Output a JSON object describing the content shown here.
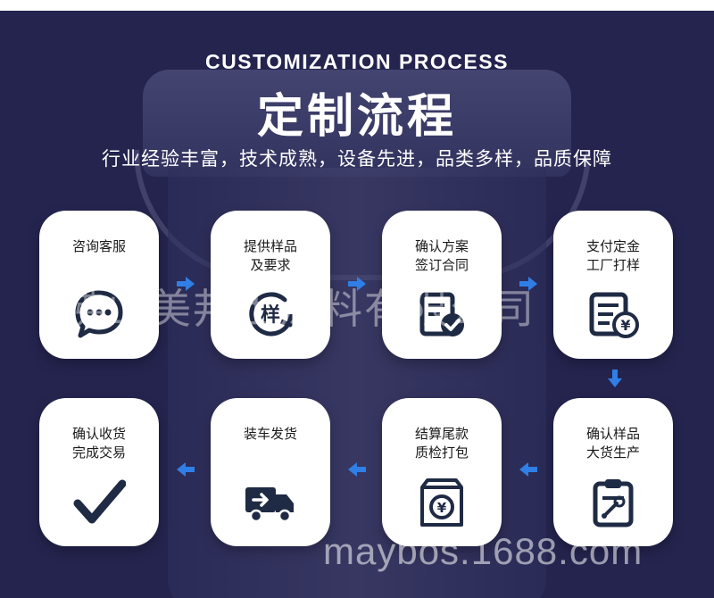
{
  "header": {
    "title_en": "CUSTOMIZATION PROCESS",
    "title_cn": "定制流程",
    "subtitle": "行业经验丰富，技术成熟，设备先进，品类多样，品质保障"
  },
  "steps": [
    {
      "line1": "咨询客服",
      "line2": "",
      "icon": "chat-bubble-icon"
    },
    {
      "line1": "提供样品",
      "line2": "及要求",
      "icon": "sample-cycle-icon",
      "icon_text": "样"
    },
    {
      "line1": "确认方案",
      "line2": "签订合同",
      "icon": "contract-check-icon"
    },
    {
      "line1": "支付定金",
      "line2": "工厂打样",
      "icon": "payment-invoice-icon",
      "icon_text": "¥"
    },
    {
      "line1": "确认样品",
      "line2": "大货生产",
      "icon": "clipboard-tools-icon"
    },
    {
      "line1": "结算尾款",
      "line2": "质检打包",
      "icon": "package-yen-icon",
      "icon_text": "¥"
    },
    {
      "line1": "装车发货",
      "line2": "",
      "icon": "delivery-truck-icon"
    },
    {
      "line1": "确认收货",
      "line2": "完成交易",
      "icon": "checkmark-icon"
    }
  ],
  "watermark": {
    "text": "佛山美邦士涂料有限公司",
    "site": "maybos.1688.com"
  },
  "colors": {
    "background": "#24244f",
    "card": "#ffffff",
    "arrow": "#2f7fe6",
    "icon": "#1f2a44"
  }
}
